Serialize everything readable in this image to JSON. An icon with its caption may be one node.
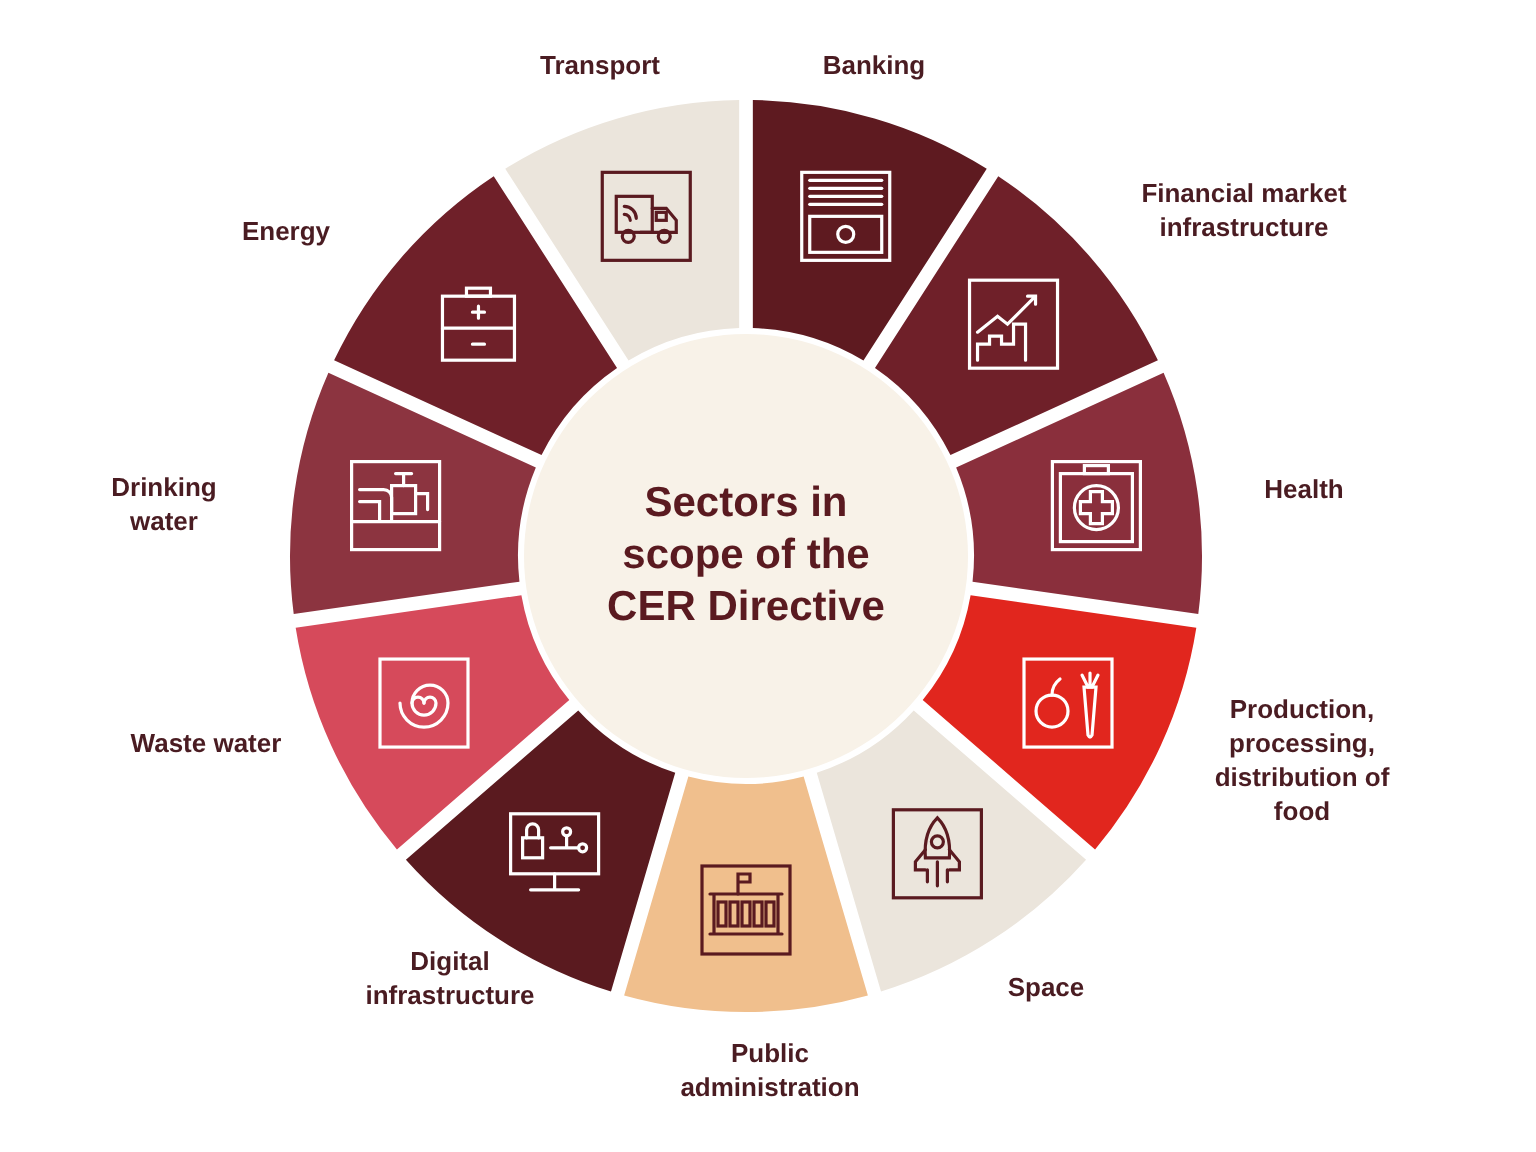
{
  "diagram": {
    "nodes": [
      {
        "text": [
          "Sectors in scope of the CER Directive"
        ]
      },
      {
        "text": [
          "Transport"
        ]
      },
      {
        "text": [
          "Banking"
        ]
      },
      {
        "text": [
          "Financial market infrastructure"
        ]
      },
      {
        "text": [
          "Health"
        ]
      },
      {
        "text": [
          "Production, processing, distribution of food"
        ]
      },
      {
        "text": [
          "Space"
        ]
      },
      {
        "text": [
          "Public administration"
        ]
      },
      {
        "text": [
          "Digital infrastructure"
        ]
      },
      {
        "text": [
          "Waste water"
        ]
      },
      {
        "text": [
          "Drinking water"
        ]
      },
      {
        "text": [
          "Energy"
        ]
      }
    ]
  }
}
